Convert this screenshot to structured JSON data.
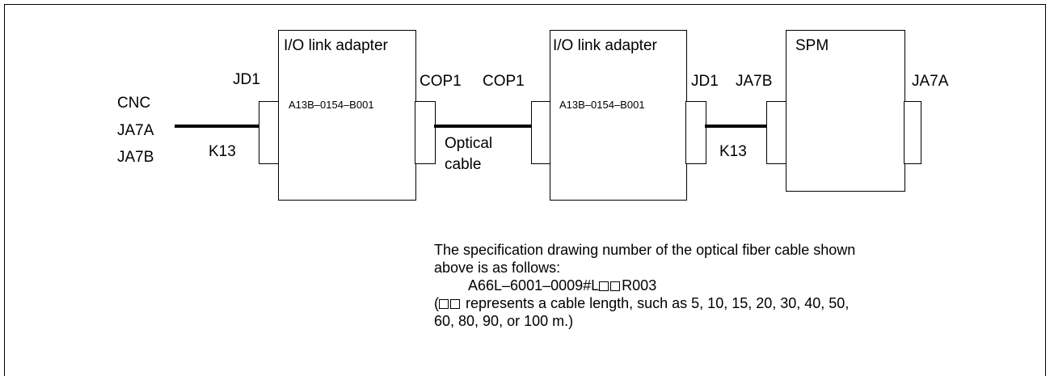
{
  "cnc": {
    "title": "CNC",
    "ports": [
      "JA7A",
      "JA7B"
    ]
  },
  "cables": {
    "left_electric": "K13",
    "right_electric": "K13",
    "optical_line1": "Optical",
    "optical_line2": "cable"
  },
  "adapter1": {
    "title": "I/O link adapter",
    "part_number": "A13B–0154–B001",
    "left_port": "JD1",
    "right_port": "COP1"
  },
  "adapter2": {
    "title": "I/O link adapter",
    "part_number": "A13B–0154–B001",
    "left_port": "COP1",
    "right_port": "JD1"
  },
  "spm": {
    "title": "SPM",
    "left_port": "JA7B",
    "right_port": "JA7A"
  },
  "note": {
    "line1": "The specification drawing number of the optical fiber cable shown",
    "line2": "above is as follows:",
    "drawing_prefix": "A66L–6001–0009#L",
    "drawing_suffix": "R003",
    "length_open": "(",
    "length_text": " represents a cable length, such as 5, 10, 15, 20, 30, 40, 50,",
    "line5": "60, 80, 90, or 100 m.)"
  }
}
